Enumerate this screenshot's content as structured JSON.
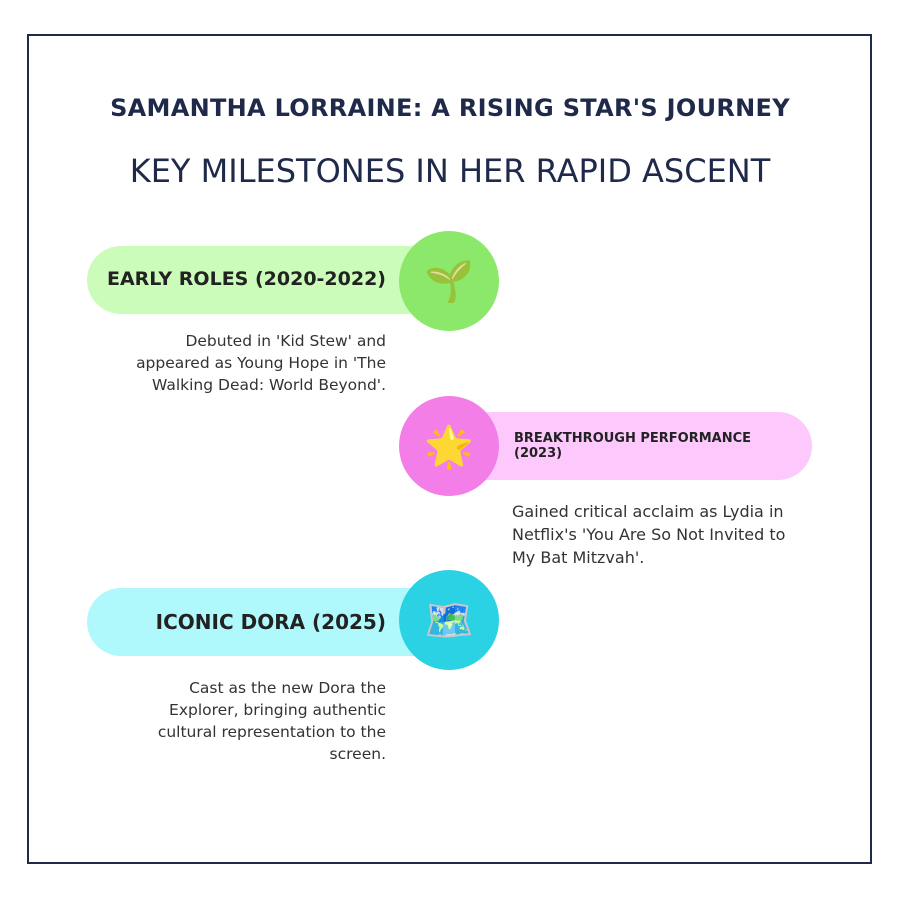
{
  "title": "SAMANTHA LORRAINE: A RISING STAR'S JOURNEY",
  "subtitle": "KEY MILESTONES IN HER RAPID ASCENT",
  "milestones": [
    {
      "label": "EARLY ROLES (2020-2022)",
      "icon": "seedling-icon",
      "glyph": "🌱",
      "description": "Debuted in 'Kid Stew' and appeared as Young Hope in 'The Walking Dead: World Beyond'.",
      "pill_color": "#ccfcb9",
      "circle_color": "#8be86a"
    },
    {
      "label": "BREAKTHROUGH PERFORMANCE (2023)",
      "icon": "glowing-star-icon",
      "glyph": "🌟",
      "description": "Gained critical acclaim as Lydia in Netflix's 'You Are So Not Invited to My Bat Mitzvah'.",
      "pill_color": "#fdc8fb",
      "circle_color": "#f47ee8"
    },
    {
      "label": "ICONIC DORA (2025)",
      "icon": "world-map-icon",
      "glyph": "🗺️",
      "description": "Cast as the new Dora the Explorer, bringing authentic cultural representation to the screen.",
      "pill_color": "#aff9fd",
      "circle_color": "#2ad2e4"
    }
  ]
}
